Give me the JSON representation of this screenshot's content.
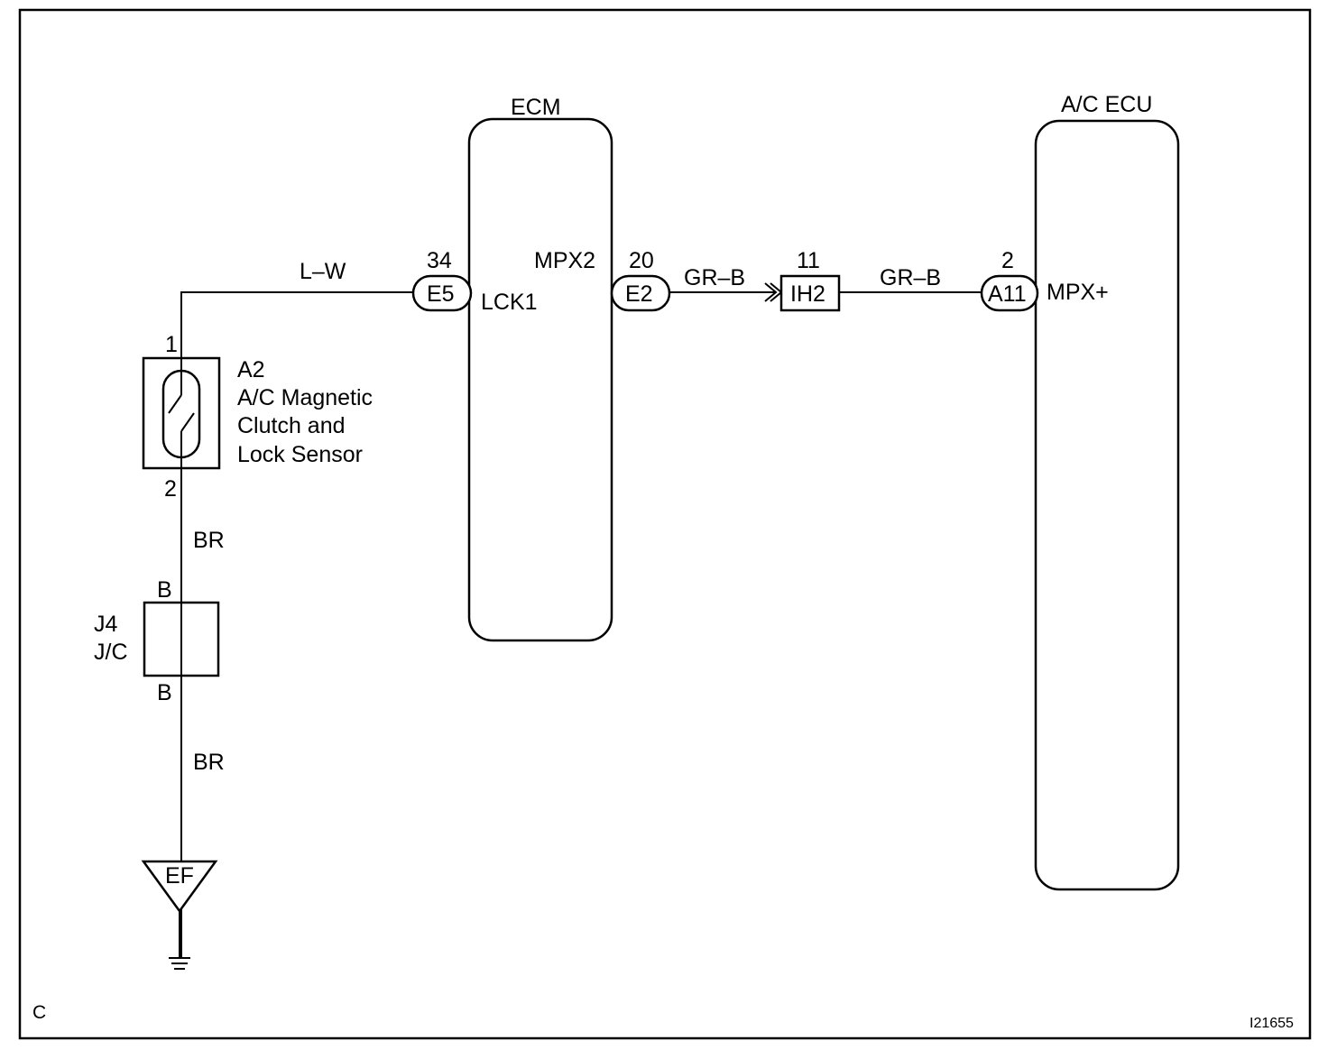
{
  "corner_letter": "C",
  "figure_id": "I21655",
  "ecm": {
    "title": "ECM",
    "pin_lck1": "LCK1",
    "pin_mpx2": "MPX2"
  },
  "ac_ecu": {
    "title": "A/C ECU",
    "pin_mpx": "MPX+"
  },
  "connectors": {
    "e5": {
      "id": "E5",
      "pin": "34"
    },
    "e2": {
      "id": "E2",
      "pin": "20"
    },
    "ih2": {
      "id": "IH2",
      "pin": "11"
    },
    "a11": {
      "id": "A11",
      "pin": "2"
    }
  },
  "sensor": {
    "id": "A2",
    "name_line1": "A/C Magnetic",
    "name_line2": "Clutch and",
    "name_line3": "Lock Sensor",
    "pin_top": "1",
    "pin_bottom": "2"
  },
  "junction": {
    "id": "J4",
    "type": "J/C",
    "pin_top": "B",
    "pin_bottom": "B"
  },
  "ground": {
    "id": "EF"
  },
  "wires": {
    "sensor_to_ecm": "L–W",
    "ecm_to_ih2": "GR–B",
    "ih2_to_acecu": "GR–B",
    "sensor_to_junction": "BR",
    "junction_to_ground": "BR"
  }
}
